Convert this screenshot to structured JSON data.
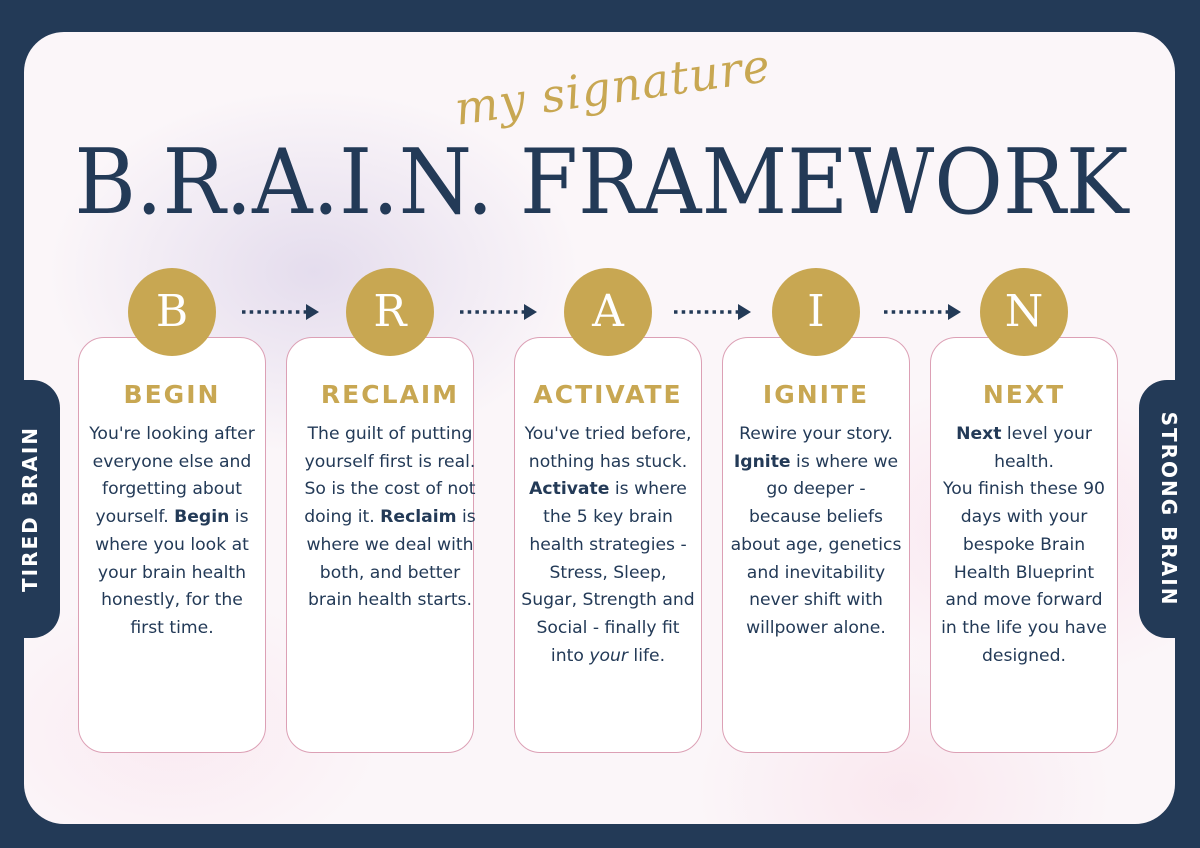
{
  "header": {
    "subtitle": "my signature",
    "title": "B.R.A.I.N. FRAMEWORK"
  },
  "side_labels": {
    "left": "TIRED BRAIN",
    "right": "STRONG BRAIN"
  },
  "colors": {
    "navy": "#233a57",
    "gold": "#c8a752",
    "border_pink": "#dca0b5"
  },
  "steps": [
    {
      "letter": "B",
      "name": "BEGIN",
      "desc": [
        {
          "t": "You're looking after everyone else and forgetting about yourself. "
        },
        {
          "t": "Begin",
          "b": true
        },
        {
          "t": " is where you look at your brain health honestly, for the first time."
        }
      ]
    },
    {
      "letter": "R",
      "name": "RECLAIM",
      "desc": [
        {
          "t": "The guilt of putting yourself first is real. So is the cost of not doing it. "
        },
        {
          "t": "Reclaim",
          "b": true
        },
        {
          "t": " is where we deal with both, and better brain health starts."
        }
      ]
    },
    {
      "letter": "A",
      "name": "ACTIVATE",
      "desc": [
        {
          "t": "You've tried before, nothing has stuck. "
        },
        {
          "t": "Activate",
          "b": true
        },
        {
          "t": " is where the 5 key brain health strategies - Stress, Sleep, Sugar, Strength and Social  - finally fit into "
        },
        {
          "t": "your",
          "i": true
        },
        {
          "t": " life."
        }
      ]
    },
    {
      "letter": "I",
      "name": "IGNITE",
      "desc": [
        {
          "t": "Rewire your story. "
        },
        {
          "t": "Ignite",
          "b": true
        },
        {
          "t": " is where we go deeper - because beliefs about age, genetics and inevitability never shift with willpower alone."
        }
      ]
    },
    {
      "letter": "N",
      "name": "NEXT",
      "desc": [
        {
          "t": "Next",
          "b": true
        },
        {
          "t": " level your health."
        },
        {
          "t": "\n"
        },
        {
          "t": "You finish these 90 days with your bespoke Brain Health Blueprint and move forward in the life you have designed."
        }
      ]
    }
  ]
}
